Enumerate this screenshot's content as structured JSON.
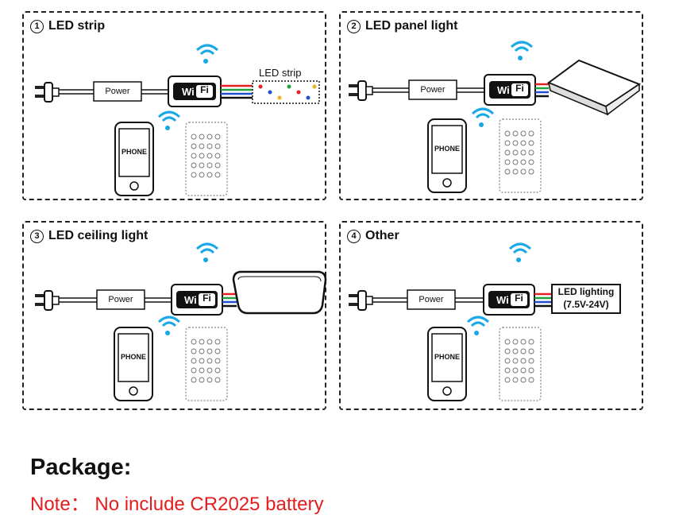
{
  "panels": [
    {
      "number": "1",
      "title": "LED strip",
      "power_label": "Power",
      "wifi_label": "Fi",
      "phone_label": "PHONE",
      "target_label": "LED strip"
    },
    {
      "number": "2",
      "title": "LED panel light",
      "power_label": "Power",
      "wifi_label": "Fi",
      "phone_label": "PHONE"
    },
    {
      "number": "3",
      "title": "LED ceiling light",
      "power_label": "Power",
      "wifi_label": "Fi",
      "phone_label": "PHONE"
    },
    {
      "number": "4",
      "title": "Other",
      "power_label": "Power",
      "wifi_label": "Fi",
      "phone_label": "PHONE",
      "target_label_line1": "LED lighting",
      "target_label_line2": "(7.5V-24V)"
    }
  ],
  "package": {
    "title": "Package:",
    "note": "Note：  No include CR2025 battery"
  },
  "colors": {
    "note_red": "#e41e1e",
    "ink": "#111111",
    "rgb_wires": [
      "#e42020",
      "#20a040",
      "#2050d0",
      "#111111"
    ]
  }
}
